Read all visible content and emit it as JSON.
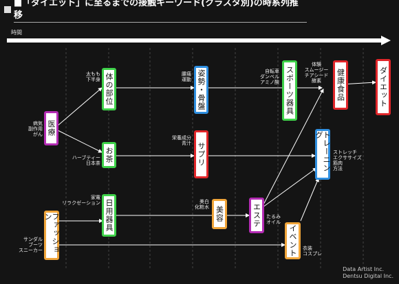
{
  "title": "■「ダイエット」に至るまでの接触キーワード(クラスタ別)の時系列推移",
  "axis_label": "時間",
  "nodes": {
    "iryo": "医療",
    "karada": "体の部位",
    "ocha": "お茶",
    "fashion": "ファッション",
    "nichiyou": "日用器具",
    "shisei": "姿勢・骨盤",
    "supuri": "サプリ",
    "biyou": "美容",
    "esute": "エステ",
    "sports": "スポーツ器具",
    "kenko": "健康食品",
    "training": "トレーニング",
    "event": "イベント",
    "diet": "ダイエット"
  },
  "labels": {
    "iryo": [
      "病気",
      "副作用",
      "がん"
    ],
    "karada": [
      "太もも",
      "下半身"
    ],
    "ocha": [
      "ハーブティー",
      "日本茶"
    ],
    "fashion": [
      "サンダル",
      "ブーツ",
      "スニーカー"
    ],
    "nichiyou": [
      "家電",
      "リラクゼーション"
    ],
    "shisei": [
      "腰痛",
      "運動"
    ],
    "supuri": [
      "栄養成分",
      "青汁"
    ],
    "biyou": [
      "美白",
      "化粧水"
    ],
    "esute": [
      "たるみ",
      "オイル"
    ],
    "sports": [
      "自転車",
      "ダンベル",
      "アミノ酸"
    ],
    "kenko": [
      "体験",
      "スムージー",
      "チアシード",
      "酵素"
    ],
    "training": [
      "ストレッチ",
      "エクササイズ",
      "筋肉",
      "方法"
    ],
    "event": [
      "衣装",
      "コスプレ"
    ]
  },
  "credit": [
    "Data Artist Inc.",
    "Dentsu Digital Inc."
  ],
  "colors": {
    "magenta": "#b32bb3",
    "green": "#3fd14a",
    "orange": "#f0a53a",
    "blue": "#2f8fe0",
    "red": "#e0262a",
    "white_line": "#ffffff"
  }
}
